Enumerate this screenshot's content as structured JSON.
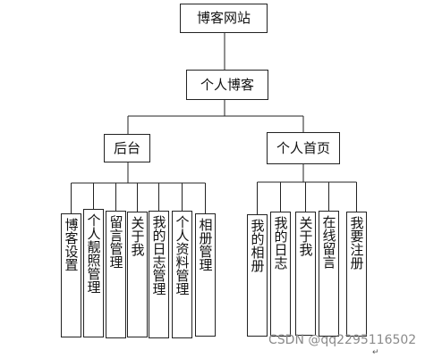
{
  "diagram": {
    "root": "博客网站",
    "level1": "个人博客",
    "branches": [
      {
        "label": "后台",
        "children": [
          "博客设置",
          "个人靓照管理",
          "留言管理",
          "关于我",
          "我的日志管理",
          "个人资料管理",
          "相册管理"
        ]
      },
      {
        "label": "个人首页",
        "children": [
          "我的相册",
          "我的日志",
          "关于我",
          "在线留言",
          "我要注册"
        ]
      }
    ]
  },
  "watermark": "CSDN @qq2295116502",
  "corner_mark": "↵"
}
